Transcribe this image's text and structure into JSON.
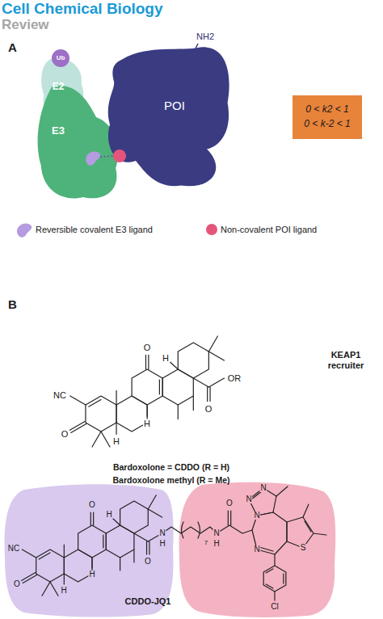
{
  "diagram": {
    "title": "Cell Chemical Biology",
    "nodes": [
      {
        "text": [
          "Ub"
        ]
      },
      {
        "text": [
          "E2"
        ]
      },
      {
        "text": [
          "E3"
        ]
      },
      {
        "text": [
          "POI"
        ]
      },
      {
        "text": [
          "0 < k2 < 1",
          "0 < k-2 < 1"
        ]
      }
    ],
    "labels": [
      "Review",
      "A",
      "NH2",
      "B",
      "KEAP1 recruiter",
      "Bardoxolone = CDDO (R = H)",
      "Bardoxolone methyl (R = Me)",
      "CDDO-JQ1",
      "O",
      "NC",
      "O",
      "H",
      "H",
      "H",
      "O",
      "OR",
      "O",
      "NC",
      "O",
      "H",
      "H",
      "H",
      "O",
      "N",
      "H",
      "7",
      "N",
      "H",
      "O",
      "N",
      "N",
      "N",
      "S",
      "N",
      "Cl"
    ],
    "legend": [
      {
        "text": "Reversible covalent E3 ligand"
      },
      {
        "text": "Non-covalent POI ligand"
      }
    ]
  }
}
